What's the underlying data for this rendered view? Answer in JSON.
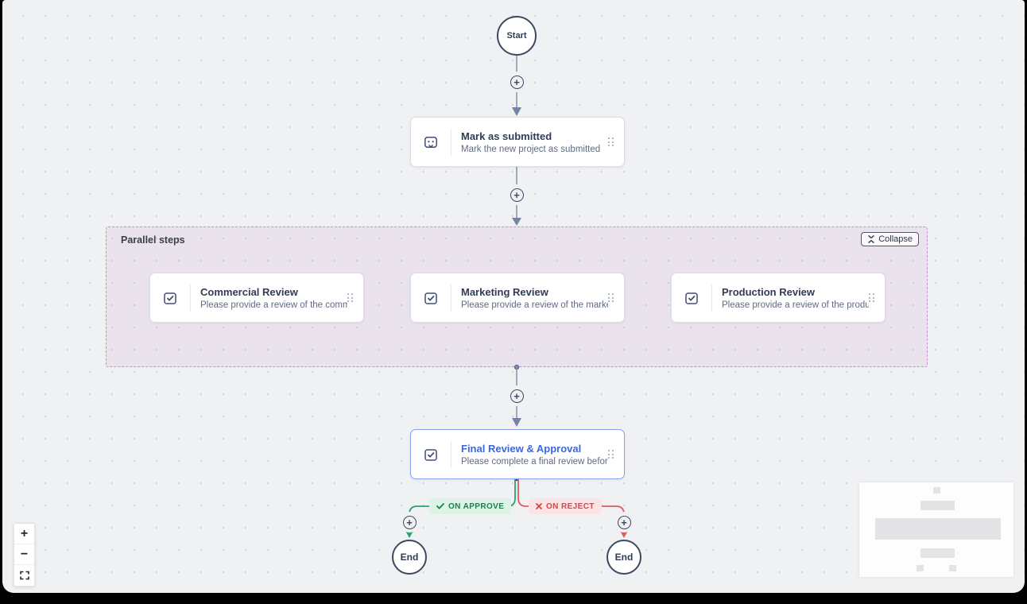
{
  "flow": {
    "start": {
      "label": "Start"
    },
    "mark_submitted": {
      "title": "Mark as submitted",
      "subtitle": "Mark the new project as submitted",
      "icon": "plug-icon"
    },
    "parallel_group": {
      "label": "Parallel steps",
      "collapse_label": "Collapse",
      "icon": "collapse-vertical-icon"
    },
    "commercial": {
      "title": "Commercial Review",
      "subtitle": "Please provide a review of the comm...",
      "icon": "approval-task-icon"
    },
    "marketing": {
      "title": "Marketing Review",
      "subtitle": "Please provide a review of the market...",
      "icon": "approval-task-icon"
    },
    "production": {
      "title": "Production Review",
      "subtitle": "Please provide a review of the produ...",
      "icon": "approval-task-icon"
    },
    "final": {
      "title": "Final Review & Approval",
      "subtitle": "Please complete a final review before...",
      "icon": "approval-task-icon"
    },
    "branches": {
      "approve": {
        "label": "ON APPROVE",
        "icon": "check-icon",
        "color": "#27a56f"
      },
      "reject": {
        "label": "ON REJECT",
        "icon": "x-icon",
        "color": "#e15b5b"
      }
    },
    "end_left": {
      "label": "End"
    },
    "end_right": {
      "label": "End"
    }
  },
  "controls": {
    "zoom_in": "+",
    "zoom_out": "−",
    "fit_view_icon": "fit-view-icon"
  },
  "colors": {
    "canvas_bg": "#f0f1f3",
    "edge": "#8b97b2",
    "node_border": "#d9dfe9",
    "selected_border": "#86a2f3",
    "selected_title": "#3b66e3",
    "title": "#303c56",
    "subtitle": "#5f6b82",
    "group_bg": "rgba(201,132,207,0.14)",
    "group_border": "#c98ccd",
    "approve_bg": "#dcf3e6",
    "approve_text": "#17804f",
    "reject_bg": "#fbe3e6",
    "reject_text": "#d24848"
  }
}
